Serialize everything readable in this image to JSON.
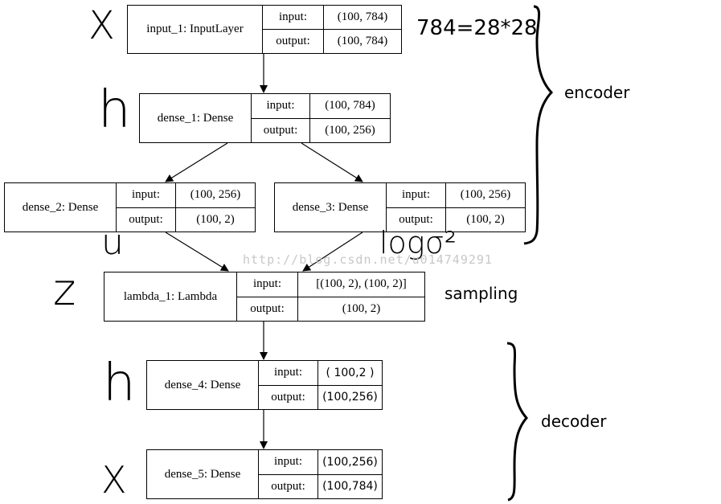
{
  "layers": [
    {
      "id": "input_1",
      "name": "input_1: InputLayer",
      "input_label": "input:",
      "output_label": "output:",
      "input": "(100, 784)",
      "output": "(100, 784)"
    },
    {
      "id": "dense_1",
      "name": "dense_1: Dense",
      "input_label": "input:",
      "output_label": "output:",
      "input": "(100, 784)",
      "output": "(100, 256)"
    },
    {
      "id": "dense_2",
      "name": "dense_2: Dense",
      "input_label": "input:",
      "output_label": "output:",
      "input": "(100, 256)",
      "output": "(100, 2)"
    },
    {
      "id": "dense_3",
      "name": "dense_3: Dense",
      "input_label": "input:",
      "output_label": "output:",
      "input": "(100, 256)",
      "output": "(100, 2)"
    },
    {
      "id": "lambda_1",
      "name": "lambda_1: Lambda",
      "input_label": "input:",
      "output_label": "output:",
      "input": "[(100, 2), (100, 2)]",
      "output": "(100, 2)"
    },
    {
      "id": "dense_4",
      "name": "dense_4: Dense",
      "input_label": "input:",
      "output_label": "output:",
      "input": "( 100,2 )",
      "output": "(100,256)"
    },
    {
      "id": "dense_5",
      "name": "dense_5: Dense",
      "input_label": "input:",
      "output_label": "output:",
      "input": "(100,256)",
      "output": "(100,784)"
    }
  ],
  "edges": [
    [
      "input_1",
      "dense_1"
    ],
    [
      "dense_1",
      "dense_2"
    ],
    [
      "dense_1",
      "dense_3"
    ],
    [
      "dense_2",
      "lambda_1"
    ],
    [
      "dense_3",
      "lambda_1"
    ],
    [
      "lambda_1",
      "dense_4"
    ],
    [
      "dense_4",
      "dense_5"
    ]
  ],
  "annotations": {
    "formula": "784=28*28",
    "encoder": "encoder",
    "sampling": "sampling",
    "decoder": "decoder",
    "hand_x1": "X",
    "hand_h1": "h",
    "hand_mu": "u",
    "hand_logvar": "logσ²",
    "hand_z": "z",
    "hand_h2": "h",
    "hand_x2": "X"
  },
  "watermark": "http://blog.csdn.net/u014749291"
}
